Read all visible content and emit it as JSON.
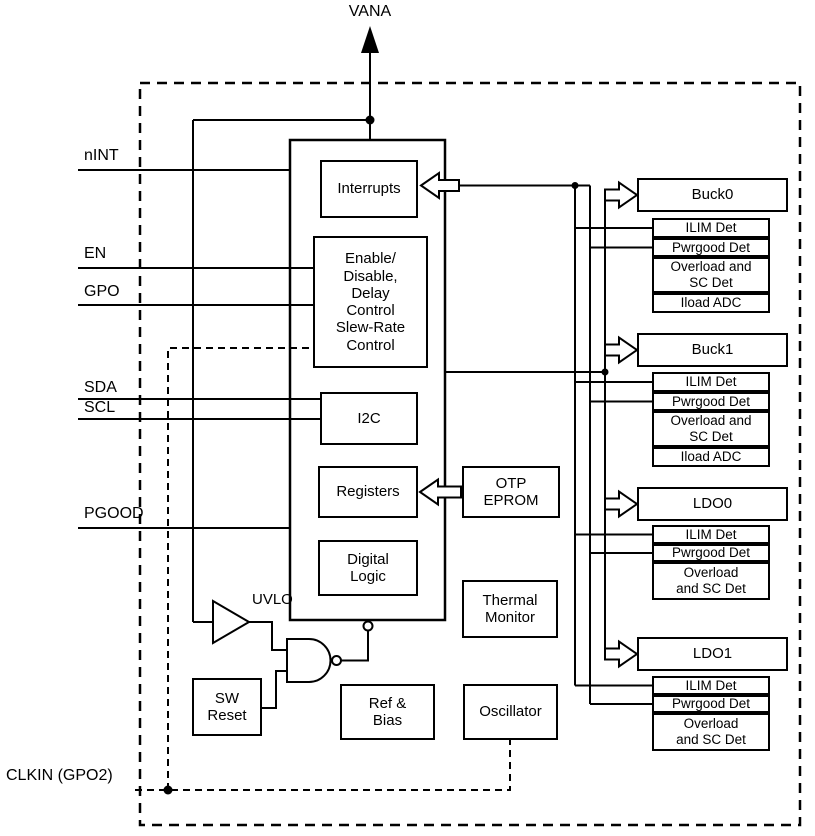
{
  "diagram": {
    "top_pin": "VANA",
    "left_pins": {
      "nint": "nINT",
      "en": "EN",
      "gpo": "GPO",
      "sda": "SDA",
      "scl": "SCL",
      "pgood": "PGOOD",
      "clkin": "CLKIN (GPO2)"
    },
    "blocks": {
      "interrupts": "Interrupts",
      "enable": "Enable/\nDisable,\nDelay\nControl\nSlew-Rate\nControl",
      "i2c": "I2C",
      "registers": "Registers",
      "digital_logic": "Digital\nLogic",
      "otp_eprom": "OTP\nEPROM",
      "thermal_monitor": "Thermal\nMonitor",
      "ref_bias": "Ref &\nBias",
      "oscillator": "Oscillator",
      "sw_reset": "SW\nReset",
      "uvlo": "UVLO"
    },
    "regulators": [
      {
        "title": "Buck0",
        "rows": [
          "ILIM Det",
          "Pwrgood Det",
          "Overload and\nSC Det",
          "Iload ADC"
        ]
      },
      {
        "title": "Buck1",
        "rows": [
          "ILIM Det",
          "Pwrgood Det",
          "Overload and\nSC Det",
          "Iload ADC"
        ]
      },
      {
        "title": "LDO0",
        "rows": [
          "ILIM Det",
          "Pwrgood Det",
          "Overload\nand SC Det"
        ]
      },
      {
        "title": "LDO1",
        "rows": [
          "ILIM Det",
          "Pwrgood Det",
          "Overload\nand SC Det"
        ]
      }
    ],
    "colors": {
      "line": "#000000",
      "background": "#ffffff"
    }
  }
}
